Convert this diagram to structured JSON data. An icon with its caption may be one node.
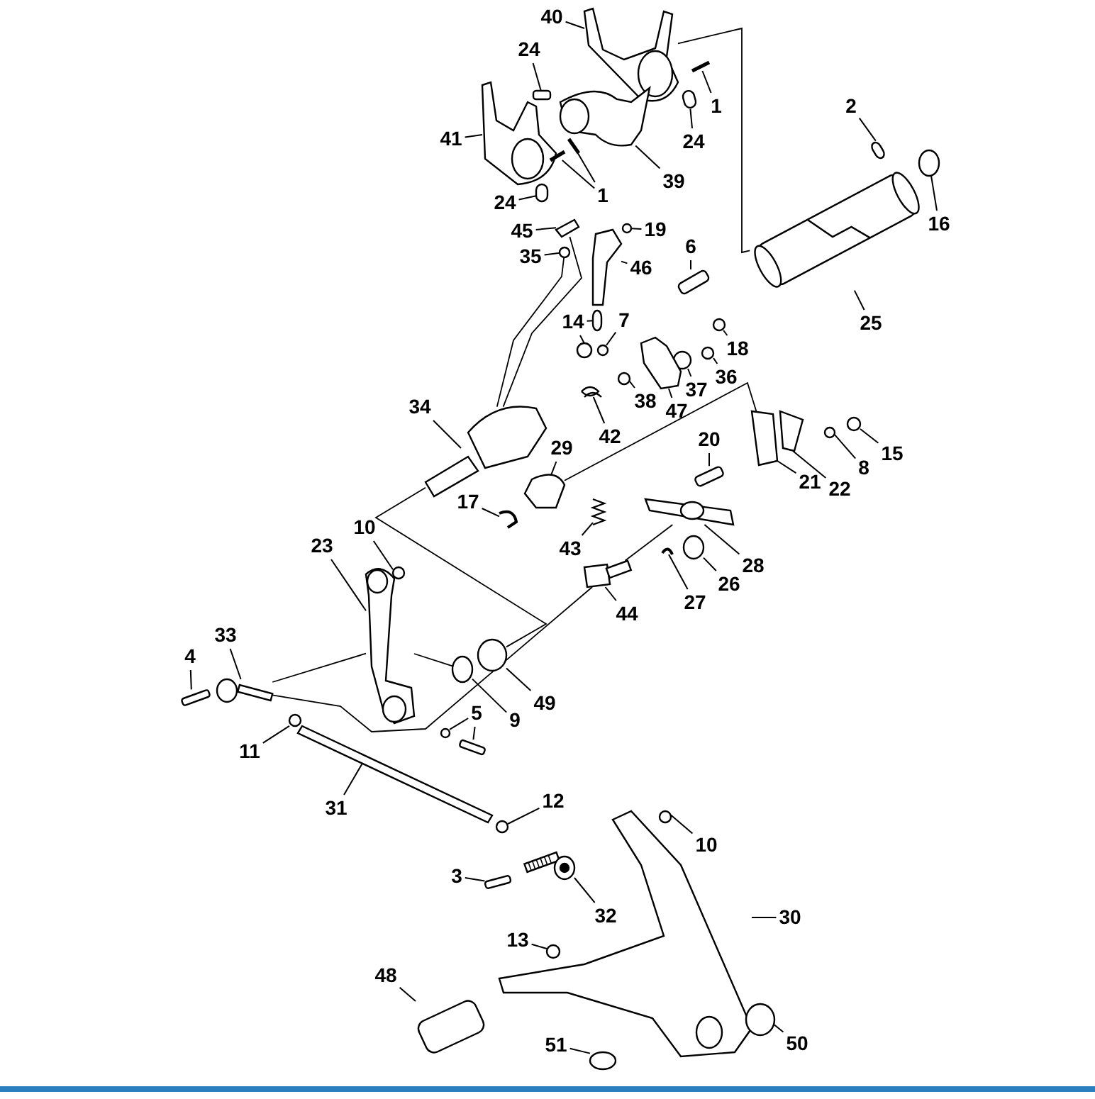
{
  "diagram": {
    "nodes": [
      {
        "text": [
          "40"
        ]
      },
      {
        "text": [
          "24"
        ]
      },
      {
        "text": [
          "1"
        ]
      },
      {
        "text": [
          "2"
        ]
      },
      {
        "text": [
          "41"
        ]
      },
      {
        "text": [
          "24"
        ]
      },
      {
        "text": [
          "39"
        ]
      },
      {
        "text": [
          "1"
        ]
      },
      {
        "text": [
          "24"
        ]
      },
      {
        "text": [
          "16"
        ]
      },
      {
        "text": [
          "45"
        ]
      },
      {
        "text": [
          "19"
        ]
      },
      {
        "text": [
          "6"
        ]
      },
      {
        "text": [
          "35"
        ]
      },
      {
        "text": [
          "46"
        ]
      },
      {
        "text": [
          "25"
        ]
      },
      {
        "text": [
          "14"
        ]
      },
      {
        "text": [
          "7"
        ]
      },
      {
        "text": [
          "18"
        ]
      },
      {
        "text": [
          "36"
        ]
      },
      {
        "text": [
          "37"
        ]
      },
      {
        "text": [
          "38"
        ]
      },
      {
        "text": [
          "47"
        ]
      },
      {
        "text": [
          "34"
        ]
      },
      {
        "text": [
          "42"
        ]
      },
      {
        "text": [
          "20"
        ]
      },
      {
        "text": [
          "29"
        ]
      },
      {
        "text": [
          "15"
        ]
      },
      {
        "text": [
          "8"
        ]
      },
      {
        "text": [
          "21"
        ]
      },
      {
        "text": [
          "22"
        ]
      },
      {
        "text": [
          "17"
        ]
      },
      {
        "text": [
          "10"
        ]
      },
      {
        "text": [
          "43"
        ]
      },
      {
        "text": [
          "23"
        ]
      },
      {
        "text": [
          "28"
        ]
      },
      {
        "text": [
          "26"
        ]
      },
      {
        "text": [
          "27"
        ]
      },
      {
        "text": [
          "44"
        ]
      },
      {
        "text": [
          "33"
        ]
      },
      {
        "text": [
          "4"
        ]
      },
      {
        "text": [
          "49"
        ]
      },
      {
        "text": [
          "5"
        ]
      },
      {
        "text": [
          "9"
        ]
      },
      {
        "text": [
          "11"
        ]
      },
      {
        "text": [
          "12"
        ]
      },
      {
        "text": [
          "31"
        ]
      },
      {
        "text": [
          "10"
        ]
      },
      {
        "text": [
          "3"
        ]
      },
      {
        "text": [
          "32"
        ]
      },
      {
        "text": [
          "30"
        ]
      },
      {
        "text": [
          "13"
        ]
      },
      {
        "text": [
          "48"
        ]
      },
      {
        "text": [
          "50"
        ]
      },
      {
        "text": [
          "51"
        ]
      },
      {
        "text": [],
        "shape": "picture"
      },
      {
        "text": [],
        "shape": "box"
      },
      {
        "text": [],
        "shape": "picture"
      },
      {
        "text": [],
        "shape": "box"
      },
      {
        "text": [],
        "shape": "picture"
      },
      {
        "text": [],
        "shape": "box"
      },
      {
        "text": [],
        "shape": "picture"
      },
      {
        "text": [],
        "shape": "picture"
      },
      {
        "text": [],
        "shape": "picture"
      },
      {
        "text": [],
        "shape": "box"
      },
      {
        "text": [],
        "shape": "circle"
      },
      {
        "text": [],
        "shape": "picture"
      },
      {
        "text": [],
        "shape": "circle"
      },
      {
        "text": [],
        "shape": "box"
      },
      {
        "text": [],
        "shape": "circle"
      },
      {
        "text": [],
        "shape": "picture"
      },
      {
        "text": [],
        "shape": "picture"
      },
      {
        "text": [],
        "shape": "circle"
      },
      {
        "text": [],
        "shape": "box"
      },
      {
        "text": [],
        "shape": "circle"
      },
      {
        "text": [],
        "shape": "circle"
      },
      {
        "text": [],
        "shape": "circle"
      },
      {
        "text": [],
        "shape": "circle"
      },
      {
        "text": [],
        "shape": "circle"
      },
      {
        "text": [],
        "shape": "picture"
      },
      {
        "text": [],
        "shape": "picture"
      },
      {
        "text": [],
        "shape": "picture"
      },
      {
        "text": [],
        "shape": "box"
      },
      {
        "text": [],
        "shape": "picture"
      },
      {
        "text": [],
        "shape": "circle"
      },
      {
        "text": [],
        "shape": "circle"
      },
      {
        "text": [],
        "shape": "picture"
      },
      {
        "text": [],
        "shape": "picture"
      },
      {
        "text": [],
        "shape": "picture"
      },
      {
        "text": [],
        "shape": "circle"
      },
      {
        "text": [],
        "shape": "picture"
      },
      {
        "text": [],
        "shape": "picture"
      },
      {
        "text": [],
        "shape": "picture"
      },
      {
        "text": [],
        "shape": "circle"
      },
      {
        "text": [],
        "shape": "picture"
      },
      {
        "text": [],
        "shape": "picture"
      },
      {
        "text": [],
        "shape": "picture"
      },
      {
        "text": [],
        "shape": "box"
      },
      {
        "text": [],
        "shape": "circle"
      },
      {
        "text": [],
        "shape": "circle"
      },
      {
        "text": [],
        "shape": "box"
      },
      {
        "text": [],
        "shape": "circle"
      },
      {
        "text": [],
        "shape": "circle"
      },
      {
        "text": [],
        "shape": "circle"
      },
      {
        "text": [],
        "shape": "picture"
      },
      {
        "text": [],
        "shape": "circle"
      },
      {
        "text": [],
        "shape": "box"
      },
      {
        "text": [],
        "shape": "picture"
      },
      {
        "text": [],
        "shape": "picture"
      },
      {
        "text": [],
        "shape": "circle"
      },
      {
        "text": [],
        "shape": "box"
      },
      {
        "text": [],
        "shape": "circle"
      },
      {
        "text": [],
        "shape": "circle"
      }
    ],
    "edges": [
      {
        "from": 0,
        "to": 55,
        "arrow": "none"
      },
      {
        "from": 1,
        "to": 56,
        "arrow": "none"
      },
      {
        "from": 2,
        "to": 57,
        "arrow": "none"
      },
      {
        "from": 3,
        "to": 58,
        "arrow": "none"
      },
      {
        "from": 4,
        "to": 59,
        "arrow": "none"
      },
      {
        "from": 5,
        "to": 60,
        "arrow": "none"
      },
      {
        "from": 6,
        "to": 61,
        "arrow": "none"
      },
      {
        "from": 7,
        "to": 62,
        "arrow": "none"
      },
      {
        "from": 7,
        "to": 63,
        "arrow": "none"
      },
      {
        "from": 8,
        "to": 64,
        "arrow": "none"
      },
      {
        "from": 9,
        "to": 65,
        "arrow": "none"
      },
      {
        "from": 10,
        "to": 66,
        "arrow": "none"
      },
      {
        "from": 11,
        "to": 67,
        "arrow": "none"
      },
      {
        "from": 12,
        "to": 68,
        "arrow": "none"
      },
      {
        "from": 13,
        "to": 69,
        "arrow": "none"
      },
      {
        "from": 14,
        "to": 70,
        "arrow": "none"
      },
      {
        "from": 15,
        "to": 71,
        "arrow": "none"
      },
      {
        "from": 16,
        "to": 72,
        "arrow": "none"
      },
      {
        "from": 16,
        "to": 73,
        "arrow": "none"
      },
      {
        "from": 17,
        "to": 74,
        "arrow": "none"
      },
      {
        "from": 18,
        "to": 75,
        "arrow": "none"
      },
      {
        "from": 19,
        "to": 76,
        "arrow": "none"
      },
      {
        "from": 20,
        "to": 77,
        "arrow": "none"
      },
      {
        "from": 21,
        "to": 78,
        "arrow": "none"
      },
      {
        "from": 22,
        "to": 79,
        "arrow": "none"
      },
      {
        "from": 23,
        "to": 80,
        "arrow": "none"
      },
      {
        "from": 24,
        "to": 81,
        "arrow": "none"
      },
      {
        "from": 25,
        "to": 82,
        "arrow": "none"
      },
      {
        "from": 26,
        "to": 83,
        "arrow": "none"
      },
      {
        "from": 27,
        "to": 84,
        "arrow": "none"
      },
      {
        "from": 28,
        "to": 85,
        "arrow": "none"
      },
      {
        "from": 29,
        "to": 86,
        "arrow": "none"
      },
      {
        "from": 30,
        "to": 87,
        "arrow": "none"
      },
      {
        "from": 31,
        "to": 88,
        "arrow": "none"
      },
      {
        "from": 32,
        "to": 89,
        "arrow": "none"
      },
      {
        "from": 33,
        "to": 90,
        "arrow": "none"
      },
      {
        "from": 34,
        "to": 91,
        "arrow": "none"
      },
      {
        "from": 35,
        "to": 92,
        "arrow": "none"
      },
      {
        "from": 36,
        "to": 93,
        "arrow": "none"
      },
      {
        "from": 37,
        "to": 94,
        "arrow": "none"
      },
      {
        "from": 38,
        "to": 95,
        "arrow": "none"
      },
      {
        "from": 39,
        "to": 96,
        "arrow": "none"
      },
      {
        "from": 40,
        "to": 97,
        "arrow": "none"
      },
      {
        "from": 41,
        "to": 98,
        "arrow": "none"
      },
      {
        "from": 42,
        "to": 99,
        "arrow": "none"
      },
      {
        "from": 42,
        "to": 100,
        "arrow": "none"
      },
      {
        "from": 43,
        "to": 101,
        "arrow": "none"
      },
      {
        "from": 44,
        "to": 102,
        "arrow": "none"
      },
      {
        "from": 45,
        "to": 103,
        "arrow": "none"
      },
      {
        "from": 46,
        "to": 104,
        "arrow": "none"
      },
      {
        "from": 47,
        "to": 105,
        "arrow": "none"
      },
      {
        "from": 48,
        "to": 106,
        "arrow": "none"
      },
      {
        "from": 49,
        "to": 107,
        "arrow": "none"
      },
      {
        "from": 50,
        "to": 108,
        "arrow": "none"
      },
      {
        "from": 51,
        "to": 109,
        "arrow": "none"
      },
      {
        "from": 52,
        "to": 110,
        "arrow": "none"
      },
      {
        "from": 53,
        "to": 111,
        "arrow": "none"
      },
      {
        "from": 54,
        "to": 112,
        "arrow": "none"
      },
      {
        "from": 55,
        "to": 71,
        "arrow": "none"
      },
      {
        "from": 80,
        "to": 66,
        "arrow": "none"
      },
      {
        "from": 80,
        "to": 69,
        "arrow": "none"
      },
      {
        "from": 83,
        "to": 86,
        "arrow": "none"
      },
      {
        "from": 80,
        "to": 98,
        "arrow": "none"
      },
      {
        "from": 96,
        "to": 91,
        "arrow": "none"
      },
      {
        "from": 96,
        "to": 95,
        "arrow": "none"
      },
      {
        "from": 95,
        "to": 92,
        "arrow": "none"
      },
      {
        "from": 91,
        "to": 101,
        "arrow": "none"
      }
    ]
  }
}
